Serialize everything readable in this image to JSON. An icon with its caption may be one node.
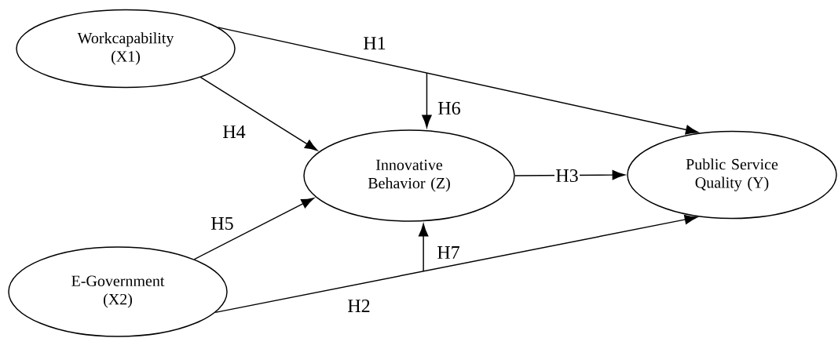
{
  "diagram": {
    "nodes": [
      {
        "text": [
          "Workcapability (X1)"
        ]
      },
      {
        "text": [
          "E-Government (X2)"
        ]
      },
      {
        "text": [
          "Innovative Behavior (Z)"
        ]
      },
      {
        "text": [
          "Public Service Quality (Y)"
        ]
      }
    ],
    "edges": [
      {
        "from": 0,
        "to": 3,
        "arrow": "to",
        "label": "H1"
      },
      {
        "from": 1,
        "to": 3,
        "arrow": "to",
        "label": "H2"
      },
      {
        "from": 2,
        "to": 3,
        "arrow": "to",
        "label": "H3"
      },
      {
        "from": 0,
        "to": 2,
        "arrow": "to",
        "label": "H4"
      },
      {
        "from": 1,
        "to": 2,
        "arrow": "to",
        "label": "H5"
      },
      {
        "from": null,
        "to": 2,
        "arrow": "to",
        "label": "H6"
      },
      {
        "from": null,
        "to": 2,
        "arrow": "to",
        "label": "H7"
      }
    ]
  }
}
